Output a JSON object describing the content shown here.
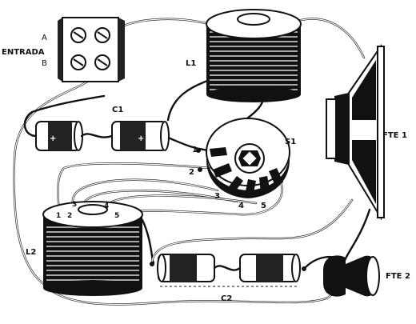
{
  "terminal_block": {
    "label_a": "A",
    "label_b": "B",
    "input_label": "ENTRADA"
  },
  "components": {
    "c1": "C1",
    "c2": "C2",
    "l1": "L1",
    "l2": "L2",
    "s1": "S1",
    "fte1": "FTE 1",
    "fte2": "FTE 2",
    "cap_plus": "+"
  },
  "switch_positions": [
    "1",
    "2",
    "3",
    "4",
    "5"
  ],
  "l2_taps": [
    "1",
    "2",
    "3",
    "4",
    "5"
  ]
}
